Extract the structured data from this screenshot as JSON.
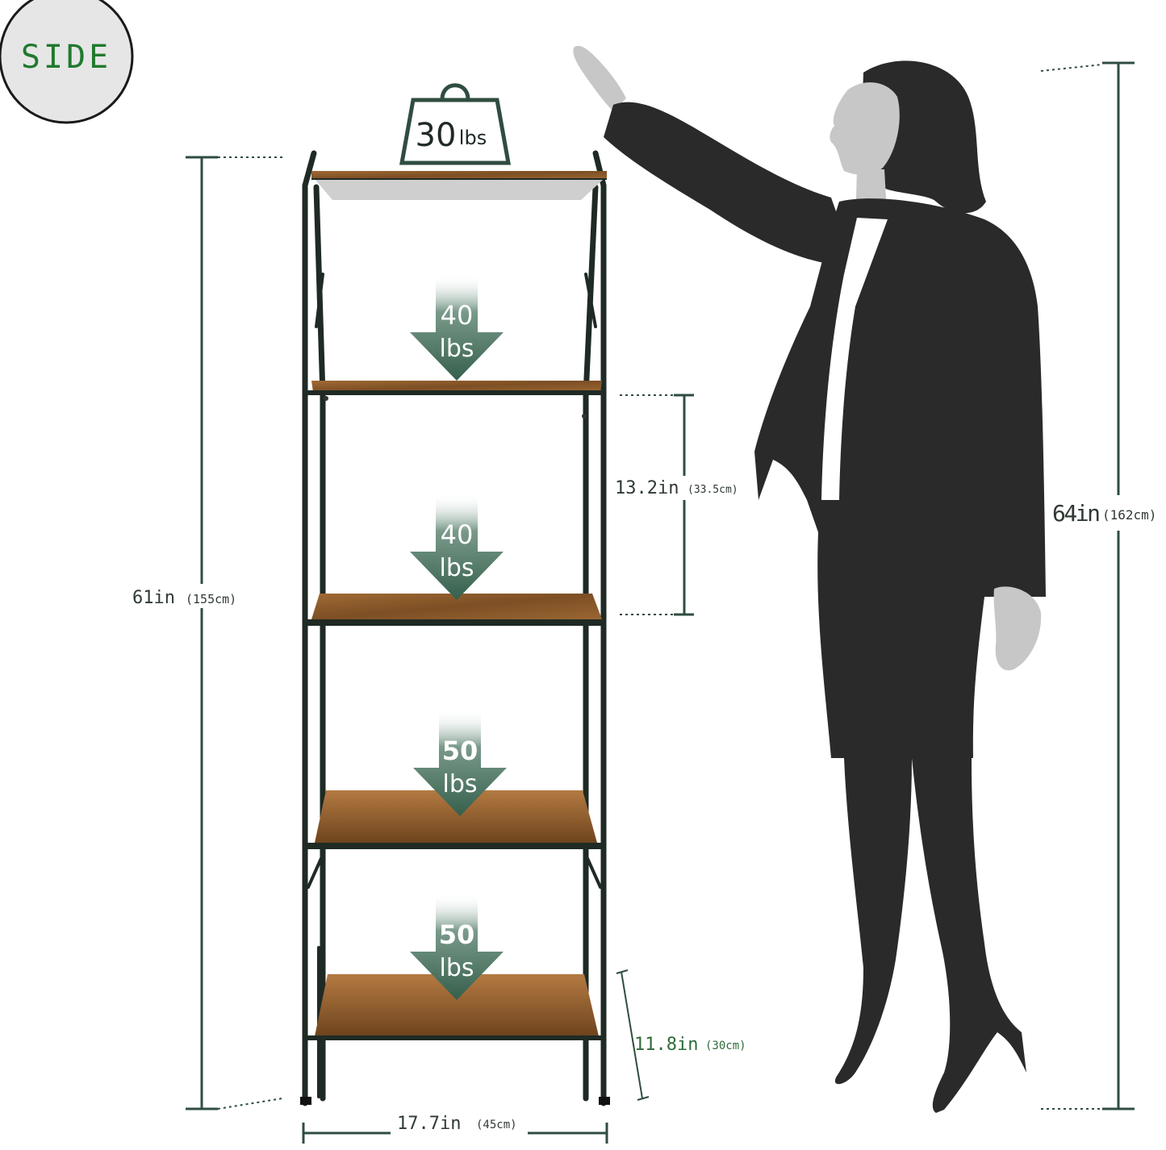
{
  "badge": {
    "label": "SIDE"
  },
  "weights": {
    "top": {
      "value": "30",
      "unit": "lbs"
    },
    "shelves": [
      {
        "value": "40",
        "unit": "lbs"
      },
      {
        "value": "40",
        "unit": "lbs"
      },
      {
        "value": "50",
        "unit": "lbs"
      },
      {
        "value": "50",
        "unit": "lbs"
      }
    ]
  },
  "dimensions": {
    "total_height": {
      "value": "61in",
      "metric": "(155cm)"
    },
    "shelf_spacing": {
      "value": "13.2in",
      "metric": "(33.5cm)"
    },
    "person_height": {
      "value": "64in",
      "metric": "(162cm)"
    },
    "depth": {
      "value": "11.8in",
      "metric": "(30cm)"
    },
    "width": {
      "value": "17.7in",
      "metric": "(45cm)"
    }
  },
  "colors": {
    "badge_text": "#1f7a2e",
    "badge_fill": "#e6e6e6",
    "frame": "#1f2a24",
    "wood": "#8a5a2c",
    "arrow": "#3d6b58",
    "dimension_line": "#2f4d40",
    "silhouette": "#2a2a2a"
  }
}
